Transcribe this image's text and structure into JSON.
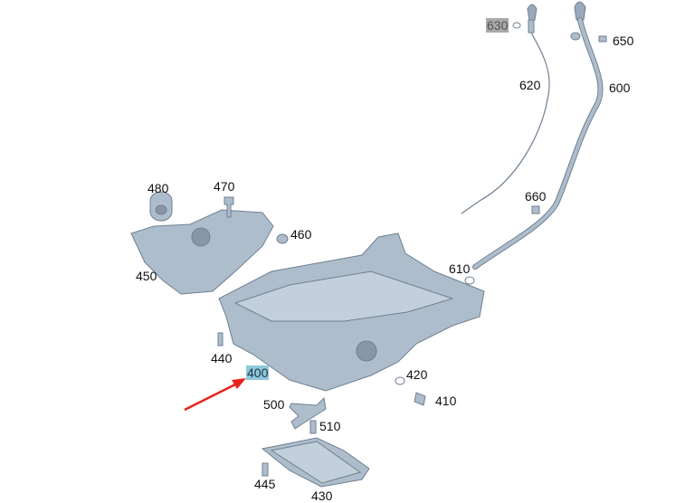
{
  "diagram": {
    "callouts": [
      {
        "id": "630",
        "text": "630",
        "style": "gray"
      },
      {
        "id": "650",
        "text": "650"
      },
      {
        "id": "620",
        "text": "620"
      },
      {
        "id": "600",
        "text": "600"
      },
      {
        "id": "480",
        "text": "480"
      },
      {
        "id": "470",
        "text": "470"
      },
      {
        "id": "460",
        "text": "460"
      },
      {
        "id": "450",
        "text": "450"
      },
      {
        "id": "660",
        "text": "660"
      },
      {
        "id": "610",
        "text": "610"
      },
      {
        "id": "440",
        "text": "440"
      },
      {
        "id": "400",
        "text": "400",
        "style": "blue"
      },
      {
        "id": "420",
        "text": "420"
      },
      {
        "id": "410",
        "text": "410"
      },
      {
        "id": "500",
        "text": "500"
      },
      {
        "id": "510",
        "text": "510"
      },
      {
        "id": "445",
        "text": "445"
      },
      {
        "id": "430",
        "text": "430"
      }
    ],
    "colors": {
      "part": "#aebdcc",
      "part_stroke": "#6f8091",
      "arrow": "#e8211b",
      "highlight_selected": "#8ec8dc",
      "highlight_gray": "#a9a9a9"
    }
  }
}
